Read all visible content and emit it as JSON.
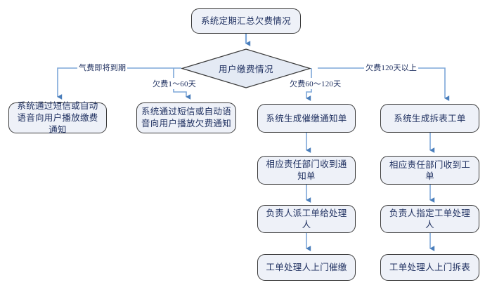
{
  "diagram": {
    "title_node": {
      "id": "start",
      "label": "系统定期汇总欠费情况"
    },
    "decision": {
      "id": "decision",
      "label": "用户缴费情况"
    },
    "branch_labels": [
      {
        "id": "branch-1",
        "label": "气费即将到期"
      },
      {
        "id": "branch-2",
        "label": "欠费1～60天"
      },
      {
        "id": "branch-3",
        "label": "欠费60～120天"
      },
      {
        "id": "branch-4",
        "label": "欠费120天以上"
      }
    ],
    "columns": [
      {
        "id": "col-1",
        "nodes": [
          {
            "id": "c1-n1",
            "label": "系统通过短信或自动语音向用户播放缴费通知"
          }
        ]
      },
      {
        "id": "col-2",
        "nodes": [
          {
            "id": "c2-n1",
            "label": "系统通过短信或自动语音向用户播放欠费通知"
          }
        ]
      },
      {
        "id": "col-3",
        "nodes": [
          {
            "id": "c3-n1",
            "label": "系统生成催缴通知单"
          },
          {
            "id": "c3-n2",
            "label": "相应责任部门收到通知单"
          },
          {
            "id": "c3-n3",
            "label": "负责人派工单给处理人"
          },
          {
            "id": "c3-n4",
            "label": "工单处理人上门催缴"
          }
        ]
      },
      {
        "id": "col-4",
        "nodes": [
          {
            "id": "c4-n1",
            "label": "系统生成拆表工单"
          },
          {
            "id": "c4-n2",
            "label": "相应责任部门收到工单"
          },
          {
            "id": "c4-n3",
            "label": "负责人指定工单处理人"
          },
          {
            "id": "c4-n4",
            "label": "工单处理人上门拆表"
          }
        ]
      }
    ],
    "colors": {
      "node_fill": "#eef1f8",
      "node_border": "#3a3a3a",
      "node_text": "#1f3060",
      "connector": "#7da7d9",
      "arrow": "#4a7ebb",
      "diamond_fill": "#e4eaf4",
      "background": "#ffffff"
    }
  }
}
